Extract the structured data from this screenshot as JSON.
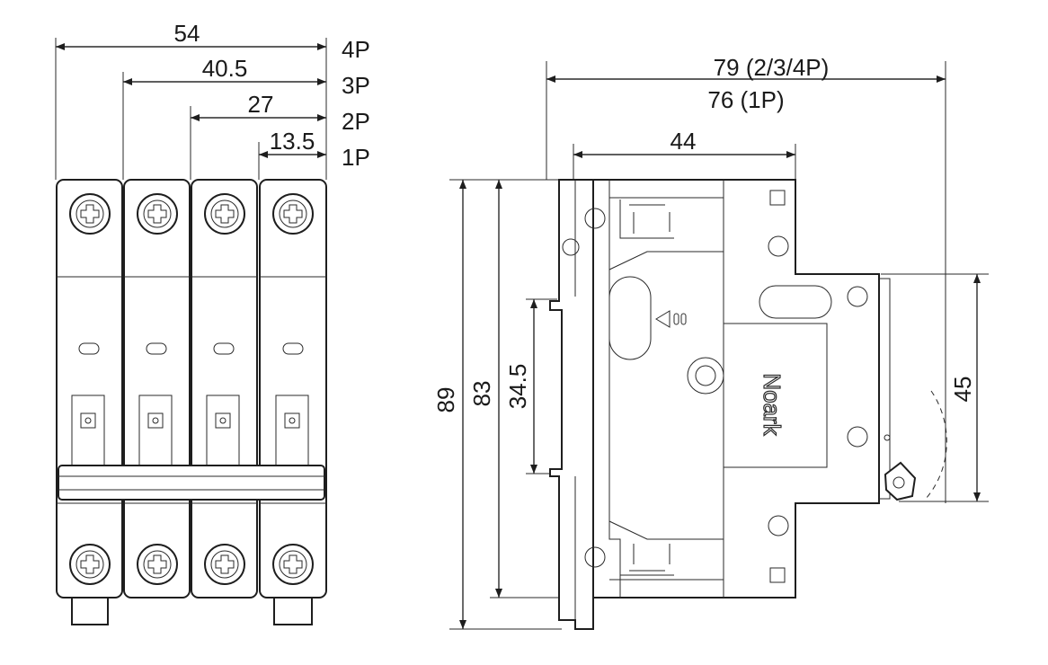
{
  "front_view": {
    "dimensions": [
      "54",
      "40.5",
      "27",
      "13.5"
    ],
    "pole_labels": [
      "4P",
      "3P",
      "2P",
      "1P"
    ]
  },
  "side_view": {
    "width_labels": [
      "79 (2/3/4P)",
      "76 (1P)"
    ],
    "depth_label": "44",
    "heights": [
      "89",
      "83",
      "34.5",
      "45"
    ],
    "brand": "Noark"
  }
}
